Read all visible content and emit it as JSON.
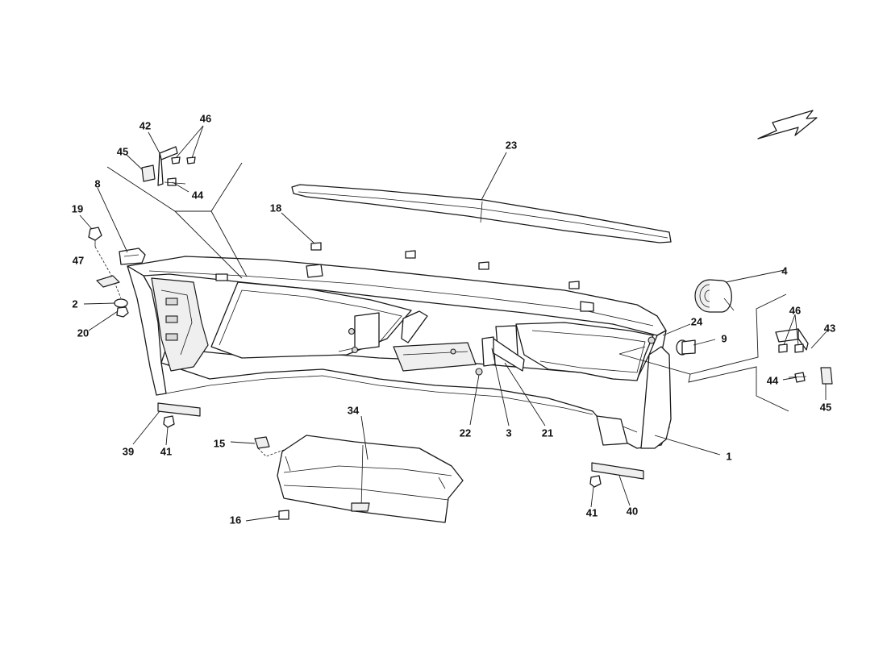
{
  "diagram": {
    "callouts": [
      {
        "id": "c1",
        "text": "1"
      },
      {
        "id": "c2",
        "text": "2"
      },
      {
        "id": "c3",
        "text": "3"
      },
      {
        "id": "c4",
        "text": "4"
      },
      {
        "id": "c8",
        "text": "8"
      },
      {
        "id": "c9",
        "text": "9"
      },
      {
        "id": "c15",
        "text": "15"
      },
      {
        "id": "c16",
        "text": "16"
      },
      {
        "id": "c18",
        "text": "18"
      },
      {
        "id": "c19",
        "text": "19"
      },
      {
        "id": "c20",
        "text": "20"
      },
      {
        "id": "c21",
        "text": "21"
      },
      {
        "id": "c22",
        "text": "22"
      },
      {
        "id": "c23",
        "text": "23"
      },
      {
        "id": "c24",
        "text": "24"
      },
      {
        "id": "c34",
        "text": "34"
      },
      {
        "id": "c39",
        "text": "39"
      },
      {
        "id": "c40",
        "text": "40"
      },
      {
        "id": "c41a",
        "text": "41"
      },
      {
        "id": "c41b",
        "text": "41"
      },
      {
        "id": "c42",
        "text": "42"
      },
      {
        "id": "c43",
        "text": "43"
      },
      {
        "id": "c44a",
        "text": "44"
      },
      {
        "id": "c44b",
        "text": "44"
      },
      {
        "id": "c45a",
        "text": "45"
      },
      {
        "id": "c45b",
        "text": "45"
      },
      {
        "id": "c46a",
        "text": "46"
      },
      {
        "id": "c46b",
        "text": "46"
      },
      {
        "id": "c47",
        "text": "47"
      }
    ]
  }
}
